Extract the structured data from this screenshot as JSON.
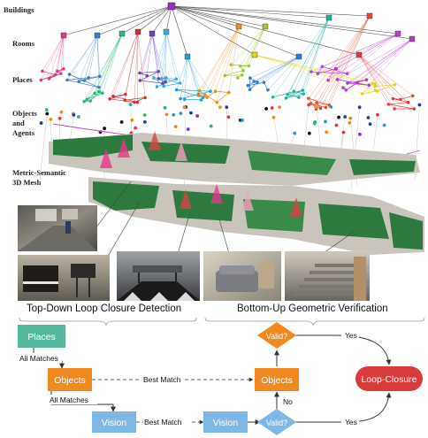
{
  "levels": {
    "buildings": "Buildings",
    "rooms": "Rooms",
    "places": "Places",
    "objects_line1": "Objects",
    "objects_line2": "and",
    "objects_line3": "Agents",
    "mesh_line1": "Metric-Semantic",
    "mesh_line2": "3D Mesh"
  },
  "sections": {
    "top_down": "Top-Down Loop Closure Detection",
    "bottom_up": "Bottom-Up Geometric Verification"
  },
  "nodes": {
    "places": "Places",
    "objects_left": "Objects",
    "vision_left": "Vision",
    "vision_right": "Vision",
    "objects_right": "Objects",
    "valid_top": "Valid?",
    "valid_bottom": "Valid?",
    "loop_closure": "Loop-Closure"
  },
  "edges": {
    "all_matches_1": "All Matches",
    "all_matches_2": "All Matches",
    "best_match_objects": "Best Match",
    "best_match_vision": "Best Match",
    "yes_top": "Yes",
    "yes_bottom": "Yes",
    "no": "No"
  },
  "colors": {
    "places_box": "#56b89c",
    "objects_box": "#f0891f",
    "vision_box": "#7fb8e6",
    "valid_diamond": "#f0891f",
    "valid_diamond_bottom": "#7fb8e6",
    "loop_closure": "#d93a3a",
    "mesh_green": "#2e7a3e",
    "mesh_grey": "#c9c5bd"
  },
  "photos": [
    "hallway-photo",
    "piano-room-photo",
    "table-room-photo",
    "sofa-photo",
    "staircase-photo"
  ]
}
